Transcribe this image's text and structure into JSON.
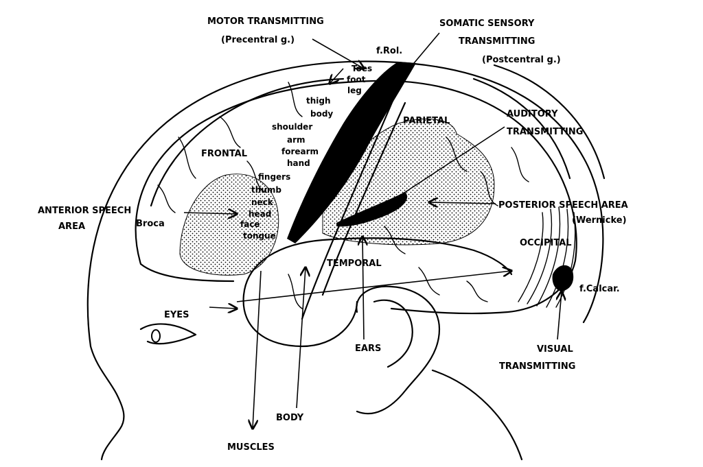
{
  "labels": {
    "motor_transmitting": "MOTOR TRANSMITTING",
    "precentral": "(Precentral   g.)",
    "somatic_sensory": "SOMATIC SENSORY",
    "transmitting_somatic": "TRANSMITTING",
    "postcentral": "(Postcentral  g.)",
    "f_rol": "f.Rol.",
    "toes": "Toes",
    "foot": "foot",
    "leg": "leg",
    "thigh": "thigh",
    "body_part": "body",
    "shoulder": "shoulder",
    "arm": "arm",
    "forearm": "forearm",
    "hand": "hand",
    "fingers": "fingers",
    "thumb": "thumb",
    "neck": "neck",
    "head": "head",
    "face": "face",
    "tongue": "tongue",
    "parietal": "PARIETAL",
    "auditory": "AUDITORY",
    "transmitting_auditory": "TRANSMITTING",
    "frontal": "FRONTAL",
    "anterior_speech": "ANTERIOR  SPEECH",
    "area": "AREA",
    "broca": "Broca",
    "posterior_speech": "POSTERIOR  SPEECH AREA",
    "wernicke": "(Wernicke)",
    "occipital": "OCCIPITAL",
    "temporal": "TEMPORAL",
    "f_calcar": "f.Calcar.",
    "eyes": "EYES",
    "ears": "EARS",
    "visual": "VISUAL",
    "transmitting_visual": "TRANSMITTING",
    "body_input": "BODY",
    "muscles": "MUSCLES"
  }
}
